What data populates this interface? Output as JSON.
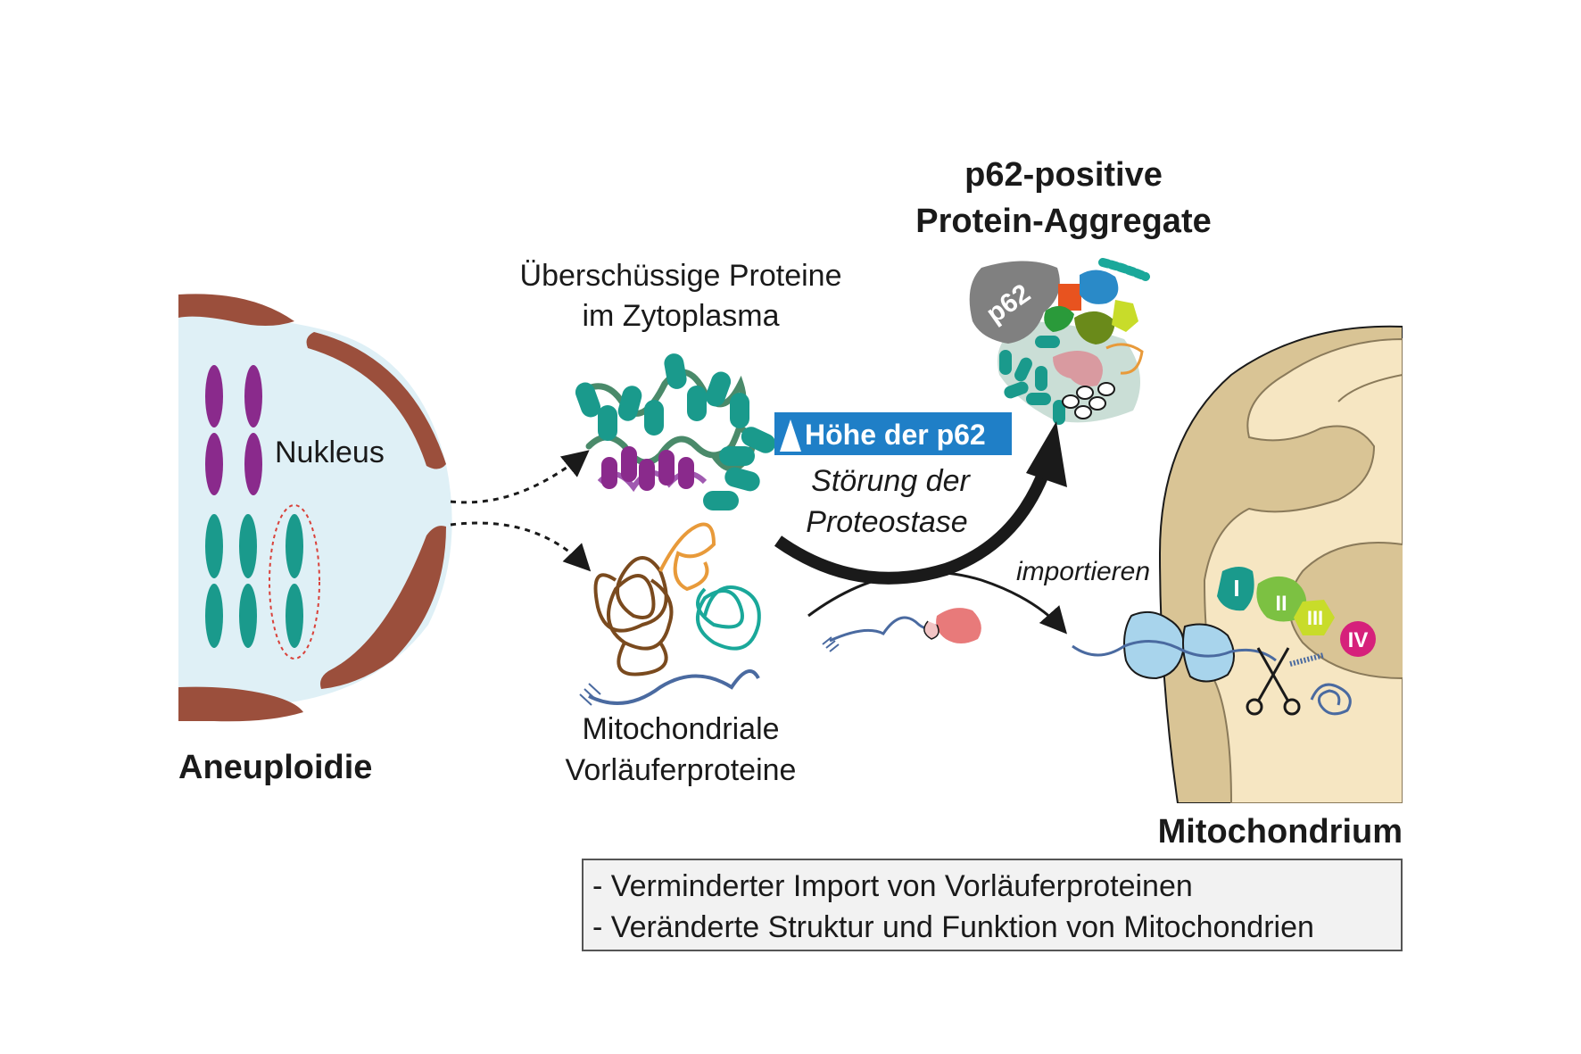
{
  "labels": {
    "nucleus": "Nukleus",
    "aneuploidy": "Aneuploidie",
    "excess_proteins_line1": "Überschüssige Proteine",
    "excess_proteins_line2": "im Zytoplasma",
    "mito_precursors_line1": "Mitochondriale",
    "mito_precursors_line2": "Vorläuferproteine",
    "aggregates_line1": "p62-positive",
    "aggregates_line2": "Protein-Aggregate",
    "p62_blob": "p62",
    "p62_level": "Höhe der p62",
    "proteostasis_line1": "Störung der",
    "proteostasis_line2": "Proteostase",
    "import": "importieren",
    "mitochondrium": "Mitochondrium",
    "complex_1": "I",
    "complex_2": "II",
    "complex_3": "III",
    "complex_4": "IV"
  },
  "summary": [
    "- Verminderter Import von Vorläuferproteinen",
    "- Veränderte Struktur und Funktion von Mitochondrien"
  ],
  "colors": {
    "nucleus_fill": "#dff0f6",
    "envelope": "#9b4f3c",
    "chromosome_purple": "#8a2a8c",
    "chromosome_teal": "#1a9a8c",
    "mito_outer": "#d9c495",
    "mito_inner": "#f6e6c2",
    "badge_blue": "#1f7fc7",
    "complex_teal": "#1a9a8c",
    "complex_green": "#7cc142",
    "complex_lime": "#c8dc2a",
    "complex_magenta": "#d6217b"
  }
}
